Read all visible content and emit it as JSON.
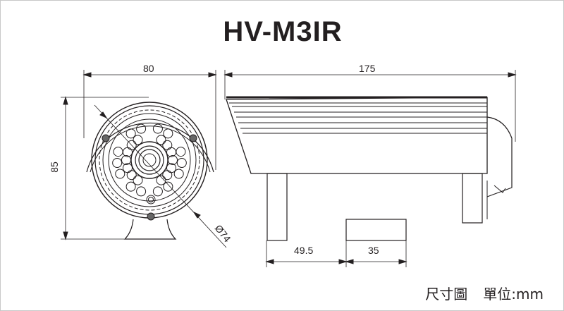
{
  "title": "HV-M3IR",
  "dimensions": {
    "front_width": "80",
    "front_height": "85",
    "diameter": "Ø74",
    "side_length": "175",
    "bracket_offset": "49.5",
    "mount_width": "35"
  },
  "footer": {
    "label": "尺寸圖",
    "unit": "單位:mm"
  }
}
